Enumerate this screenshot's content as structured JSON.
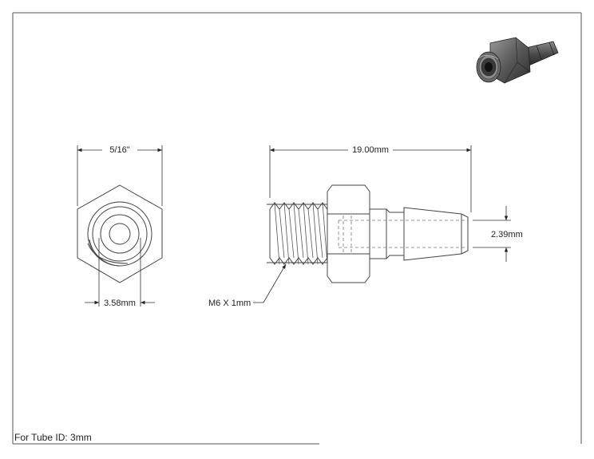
{
  "dimensions": {
    "hex_across_flats": "5/16\"",
    "overall_length": "19.00mm",
    "bore_diameter": "3.58mm",
    "barb_tip_diameter": "2.39mm",
    "thread_callout": "M6 X 1mm"
  },
  "footer": {
    "note": "For Tube ID: 3mm"
  }
}
